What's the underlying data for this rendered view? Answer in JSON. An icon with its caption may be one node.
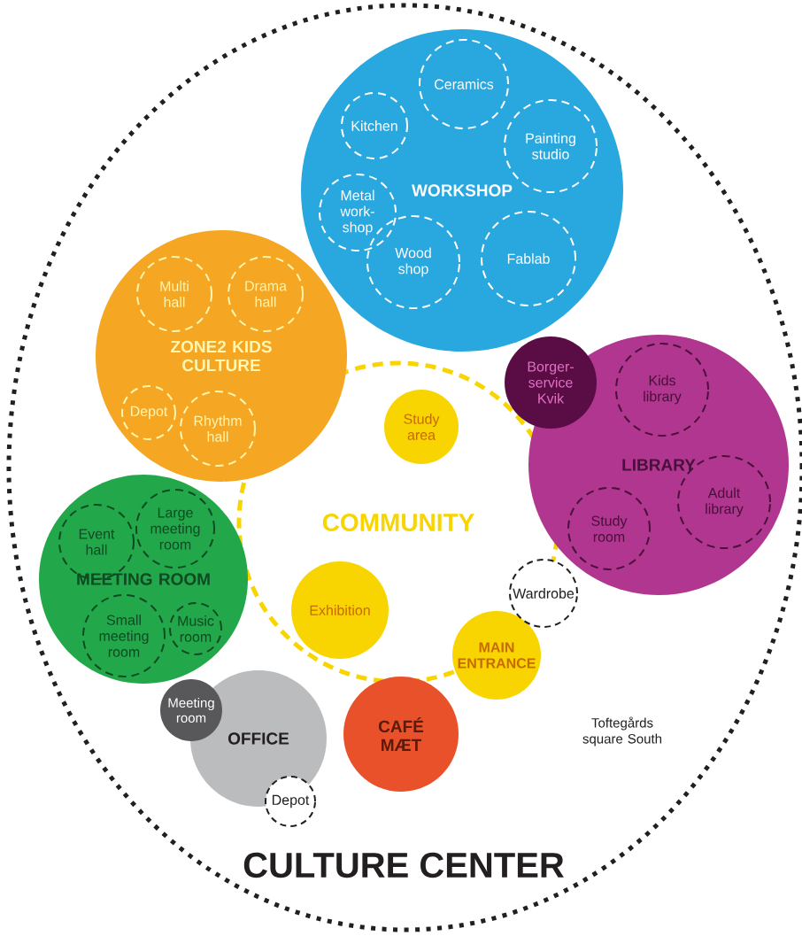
{
  "diagram": {
    "nodes": [
      {
        "text": [
          "CULTURE CENTER"
        ]
      },
      {
        "text": [
          "WORKSHOP"
        ],
        "in": 0
      },
      {
        "text": [
          "Ceramics"
        ],
        "in": 1
      },
      {
        "text": [
          "Kitchen"
        ],
        "in": 1
      },
      {
        "text": [
          "Painting studio"
        ],
        "in": 1
      },
      {
        "text": [
          "Metal work-shop"
        ],
        "in": 1
      },
      {
        "text": [
          "Wood shop"
        ],
        "in": 1
      },
      {
        "text": [
          "Fablab"
        ],
        "in": 1
      },
      {
        "text": [
          "COMMUNITY"
        ],
        "in": 0
      },
      {
        "text": [
          "Study area"
        ],
        "in": 8
      },
      {
        "text": [
          "Exhibition"
        ],
        "in": 8
      },
      {
        "text": [
          "ZONE2 KIDS CULTURE"
        ],
        "in": 0
      },
      {
        "text": [
          "Multi hall"
        ],
        "in": 11
      },
      {
        "text": [
          "Drama hall"
        ],
        "in": 11
      },
      {
        "text": [
          "Depot"
        ],
        "in": 11
      },
      {
        "text": [
          "Rhythm hall"
        ],
        "in": 11
      },
      {
        "text": [
          "MEETING ROOM"
        ],
        "in": 0
      },
      {
        "text": [
          "Event hall"
        ],
        "in": 16
      },
      {
        "text": [
          "Large meeting room"
        ],
        "in": 16
      },
      {
        "text": [
          "Small meeting room"
        ],
        "in": 16
      },
      {
        "text": [
          "Music room"
        ],
        "in": 16
      },
      {
        "text": [
          "LIBRARY"
        ],
        "in": 0
      },
      {
        "text": [
          "Borger-service Kvik"
        ],
        "in": 0
      },
      {
        "text": [
          "Kids library"
        ],
        "in": 21
      },
      {
        "text": [
          "Adult library"
        ],
        "in": 21
      },
      {
        "text": [
          "Study room"
        ],
        "in": 21
      },
      {
        "text": [
          "Wardrobe"
        ],
        "in": 0
      },
      {
        "text": [
          "MAIN ENTRANCE"
        ],
        "in": 0
      },
      {
        "text": [
          "CAFÉ MÆT"
        ],
        "in": 0
      },
      {
        "text": [
          "OFFICE"
        ],
        "in": 0
      },
      {
        "text": [
          "Meeting room"
        ],
        "in": 0
      },
      {
        "text": [
          "Depot"
        ],
        "in": 0
      }
    ],
    "labels": [
      "Toftegårds square South"
    ]
  }
}
